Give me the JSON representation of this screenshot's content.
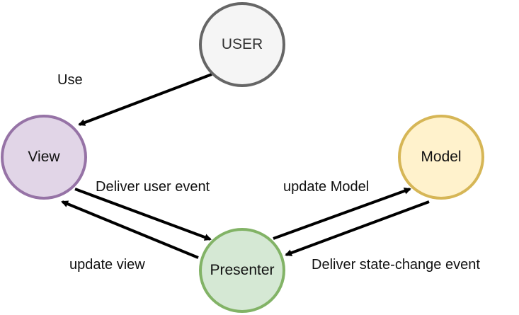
{
  "colors": {
    "edge": "#000000",
    "text": "#111111"
  },
  "nodes": {
    "user": {
      "label": "USER",
      "fill": "#f5f5f5",
      "stroke": "#666666",
      "text_color": "#333333",
      "icon": "circle"
    },
    "view": {
      "label": "View",
      "fill": "#e1d5e7",
      "stroke": "#9673a6",
      "text_color": "#111111",
      "icon": "circle"
    },
    "model": {
      "label": "Model",
      "fill": "#fff2cc",
      "stroke": "#d6b656",
      "text_color": "#111111",
      "icon": "circle"
    },
    "presenter": {
      "label": "Presenter",
      "fill": "#d5e8d4",
      "stroke": "#82b366",
      "text_color": "#111111",
      "icon": "circle"
    }
  },
  "edges": {
    "user_to_view": {
      "from": "USER",
      "to": "View",
      "label": "Use"
    },
    "view_to_presenter": {
      "from": "View",
      "to": "Presenter",
      "label": "Deliver user event"
    },
    "presenter_to_view": {
      "from": "Presenter",
      "to": "View",
      "label": "update view"
    },
    "presenter_to_model": {
      "from": "Presenter",
      "to": "Model",
      "label": "update Model"
    },
    "model_to_presenter": {
      "from": "Model",
      "to": "Presenter",
      "label": "Deliver state-change event"
    }
  }
}
